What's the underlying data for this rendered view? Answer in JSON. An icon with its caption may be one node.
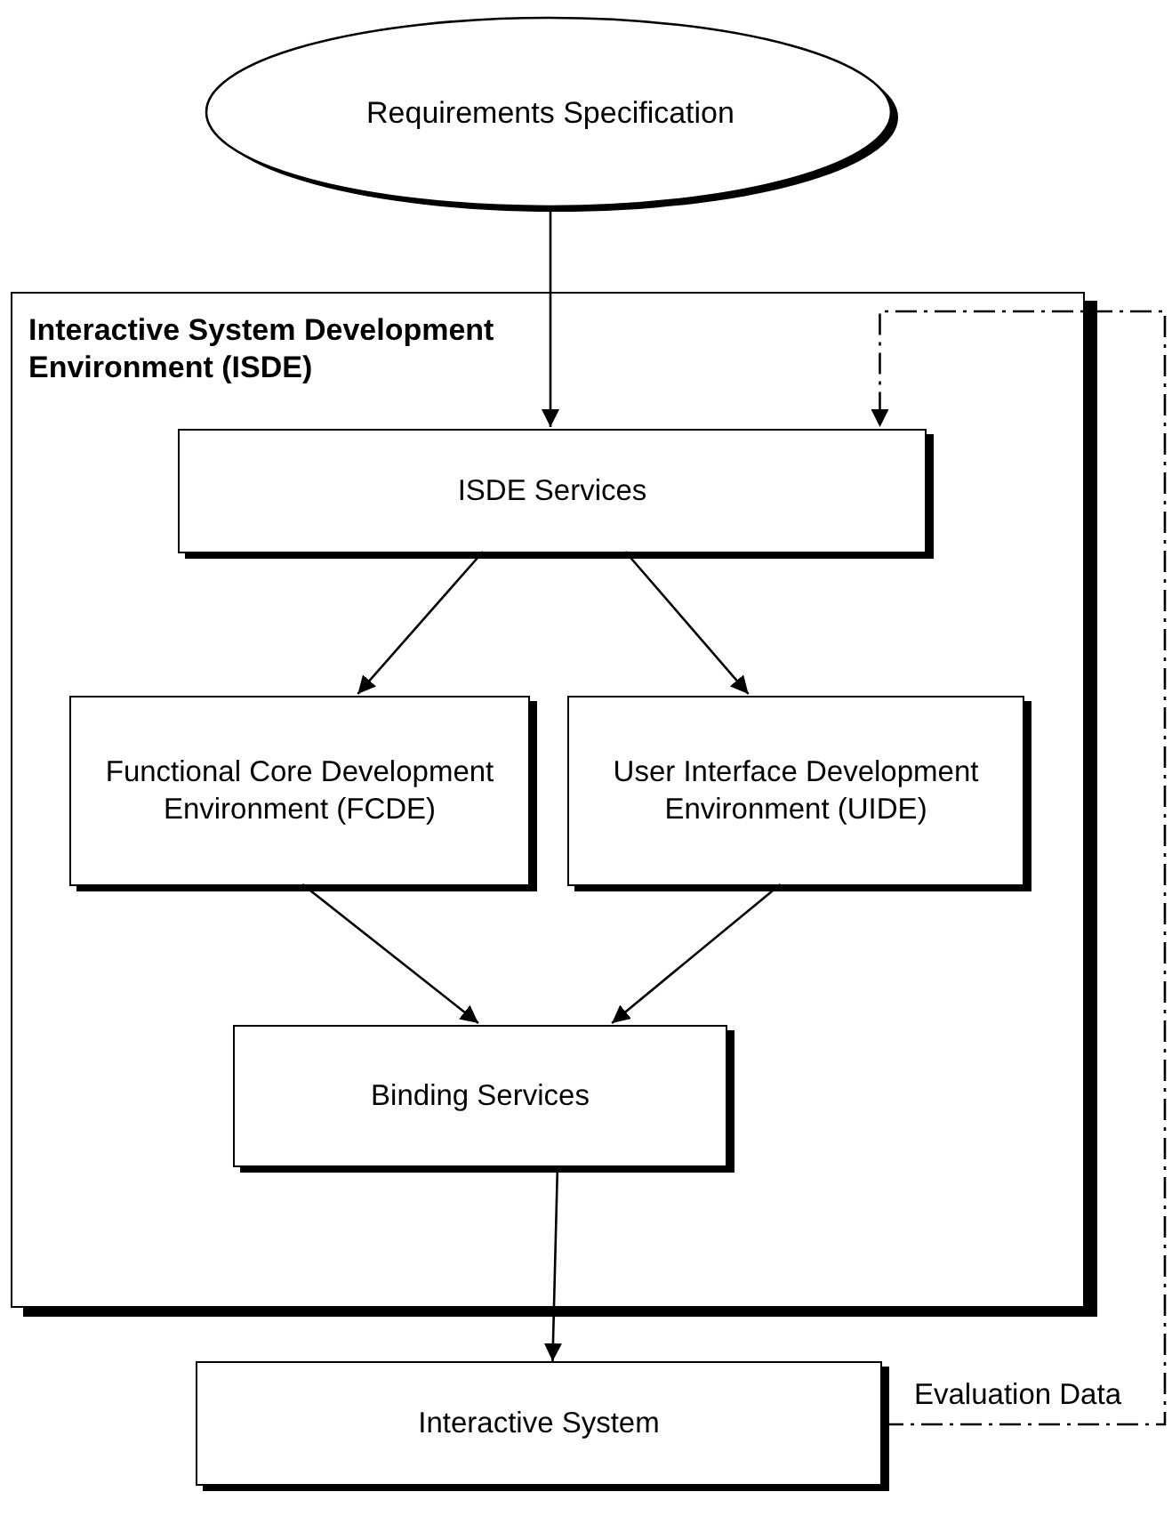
{
  "diagram": {
    "nodes": [
      {
        "text": [
          "Requirements Specification"
        ]
      },
      {
        "text": [
          "Interactive System Development Environment (ISDE)"
        ]
      },
      {
        "text": [
          "ISDE Services"
        ],
        "in": 1
      },
      {
        "text": [
          "Functional Core Development Environment (FCDE)"
        ],
        "in": 1
      },
      {
        "text": [
          "User Interface Development Environment (UIDE)"
        ],
        "in": 1
      },
      {
        "text": [
          "Binding Services"
        ],
        "in": 1
      },
      {
        "text": [
          "Interactive System"
        ]
      }
    ],
    "edges": [
      {
        "from": 0,
        "to": 2,
        "arrow": "to"
      },
      {
        "from": 2,
        "to": 3,
        "arrow": "to"
      },
      {
        "from": 2,
        "to": 4,
        "arrow": "to"
      },
      {
        "from": 3,
        "to": 5,
        "arrow": "to"
      },
      {
        "from": 4,
        "to": 5,
        "arrow": "to"
      },
      {
        "from": 5,
        "to": 6,
        "arrow": "to"
      },
      {
        "from": 6,
        "to": 2,
        "arrow": "to",
        "label": "Evaluation Data",
        "style": "dashed"
      }
    ]
  }
}
